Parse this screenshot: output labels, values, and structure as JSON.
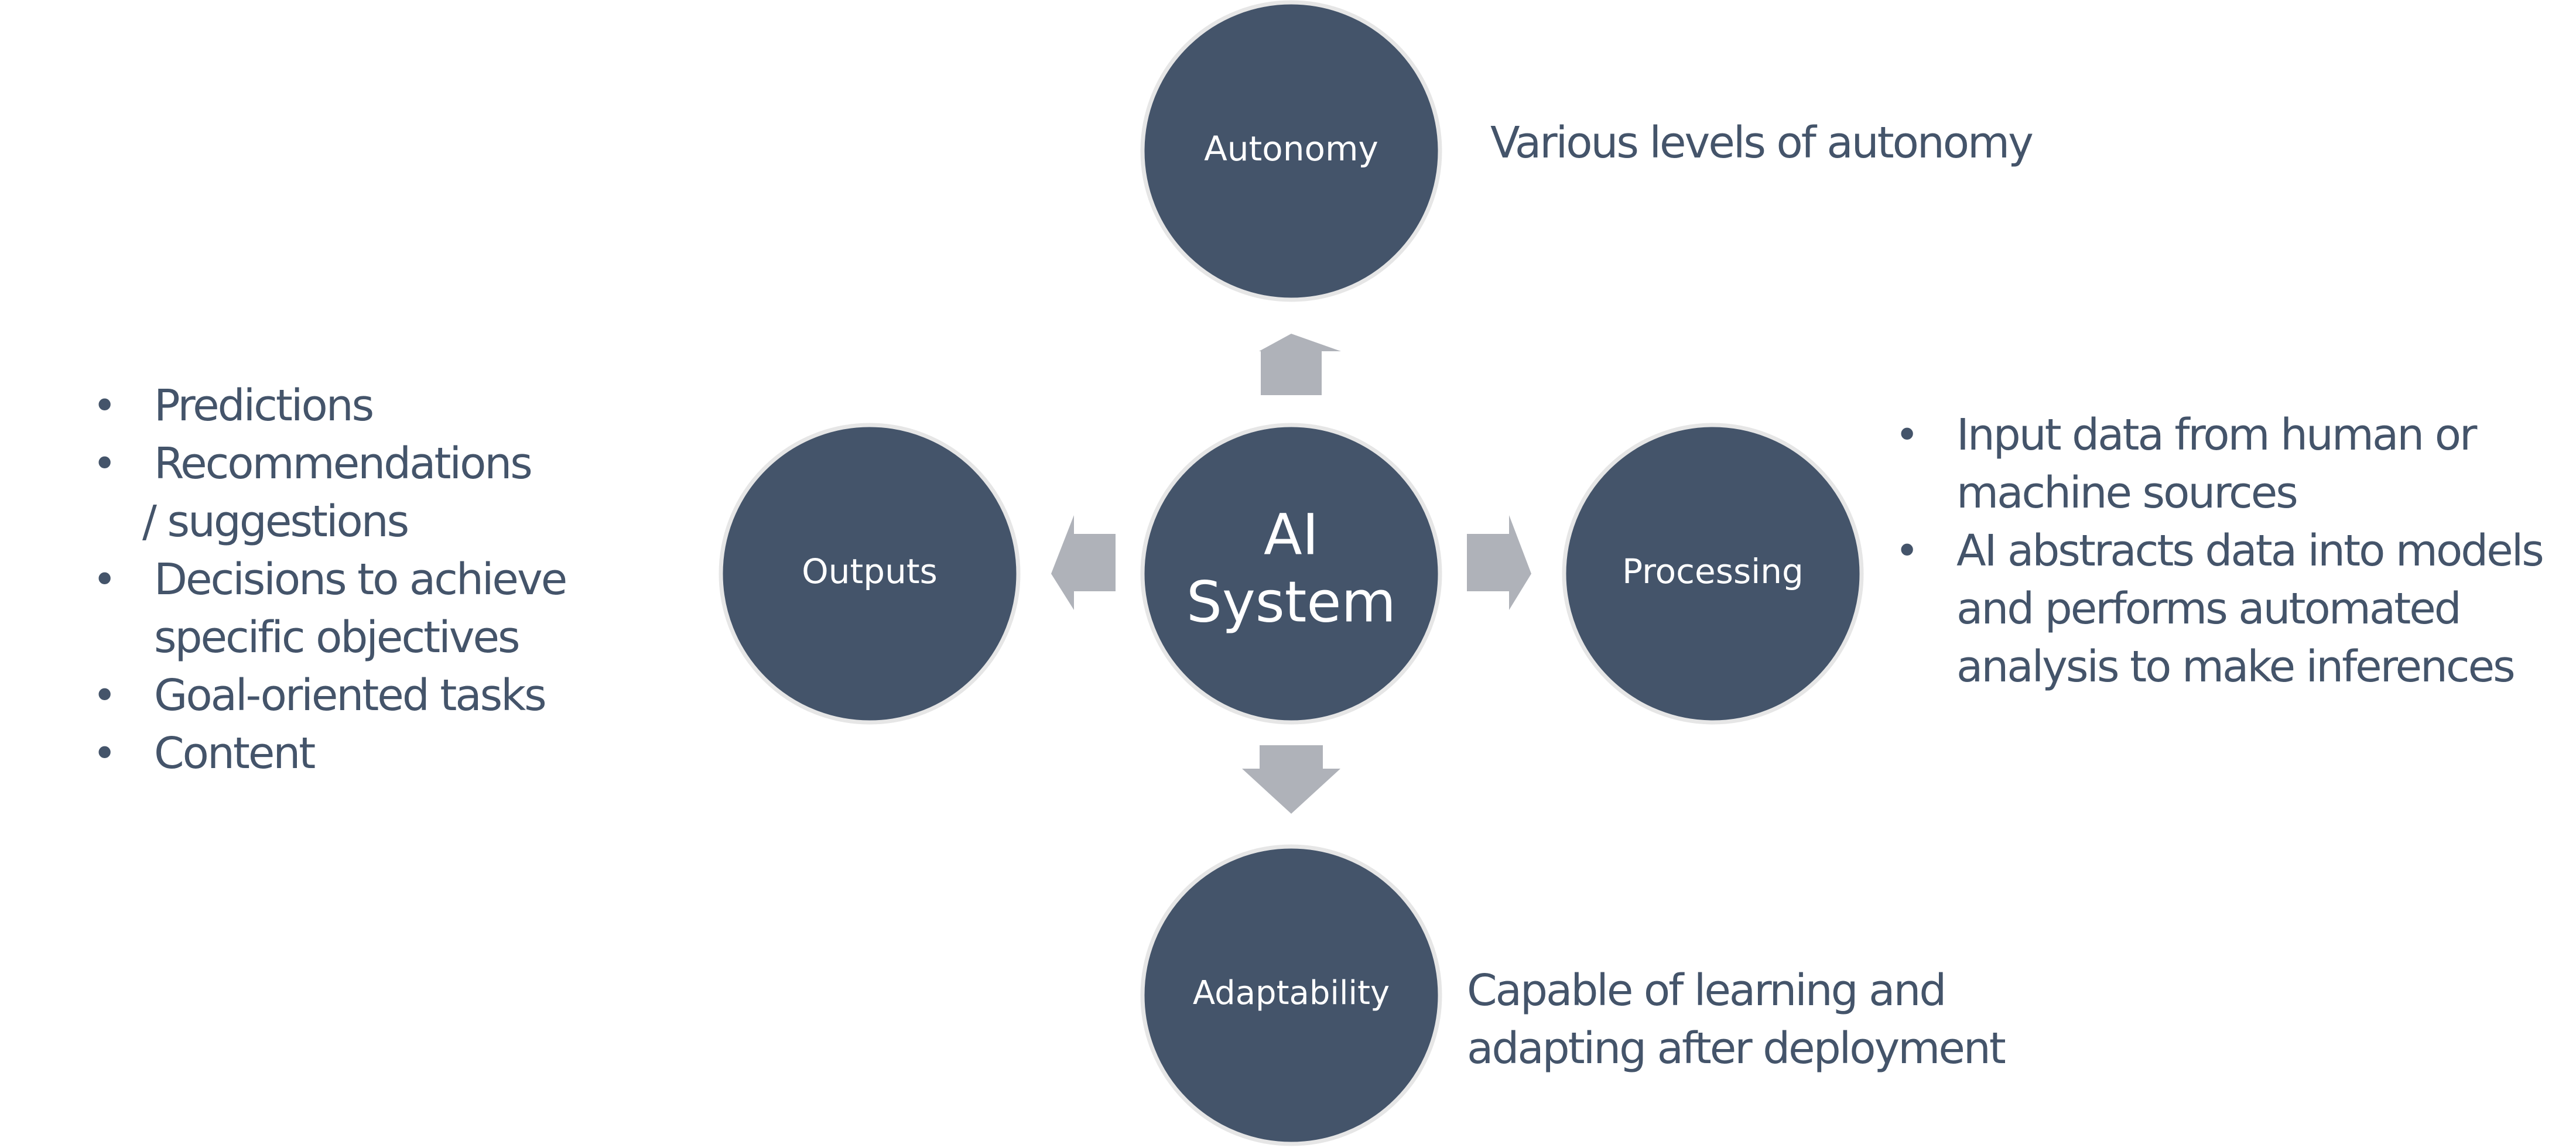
{
  "colors": {
    "node_fill": "#44546a",
    "node_stroke": "#e6e6e6",
    "arrow_fill": "#afb2b9",
    "text": "#44546a",
    "node_text": "#ffffff"
  },
  "center": {
    "line1": "AI",
    "line2": "System"
  },
  "nodes": {
    "autonomy": "Autonomy",
    "outputs": "Outputs",
    "processing": "Processing",
    "adaptability": "Adaptability"
  },
  "descriptions": {
    "autonomy": "Various levels of autonomy",
    "adaptability_line1": "Capable of learning and",
    "adaptability_line2": "adapting after deployment"
  },
  "outputs_list": [
    "Predictions",
    "Recommendations",
    "Decisions to achieve specific objectives",
    "Goal-oriented tasks",
    "Content"
  ],
  "outputs_list_continuation": "/ suggestions",
  "processing_list": [
    "Input data from human or machine sources",
    "AI abstracts data into models and performs automated analysis to make inferences"
  ],
  "arrows": {
    "up": "arrow-up",
    "left": "arrow-left",
    "right": "arrow-right",
    "down": "arrow-down"
  }
}
